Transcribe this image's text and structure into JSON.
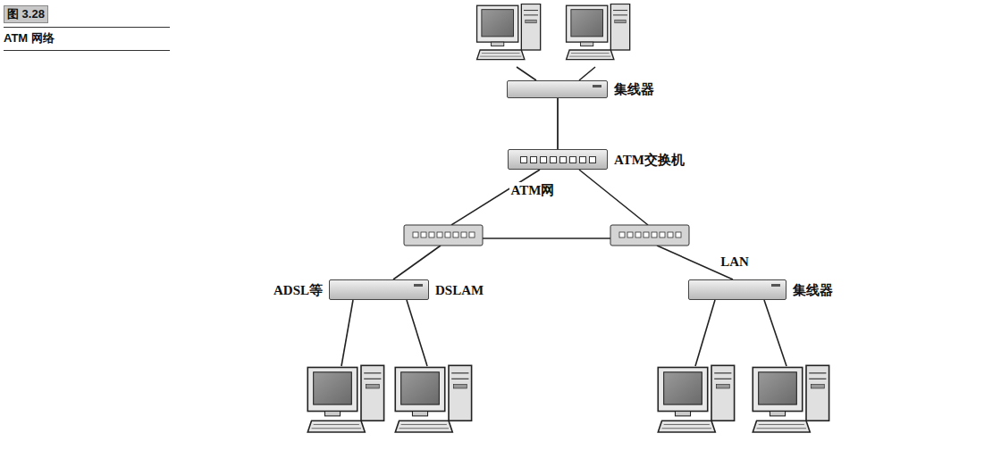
{
  "diagram": {
    "title": "图 3.28",
    "caption": "ATM 网络",
    "nodes": [
      {
        "text": [
          "集线器"
        ]
      },
      {
        "text": [
          "ATM交换机"
        ]
      },
      {
        "text": [
          "ADSL等",
          "DSLAM"
        ]
      },
      {
        "text": [
          "集线器"
        ]
      }
    ],
    "edges": [
      {
        "from": 0,
        "to": 1,
        "arrow": "none"
      }
    ],
    "labels": [
      "ATM网",
      "LAN"
    ]
  }
}
